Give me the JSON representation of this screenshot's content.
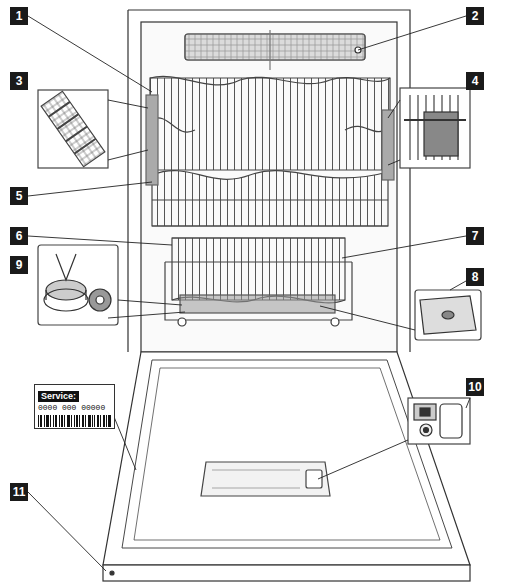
{
  "diagram": {
    "nodes": [
      {
        "text": [
          "Service:",
          "0000 000 00000"
        ]
      }
    ],
    "labels": [
      "1",
      "2",
      "3",
      "4",
      "5",
      "6",
      "7",
      "8",
      "9",
      "10",
      "11"
    ]
  }
}
